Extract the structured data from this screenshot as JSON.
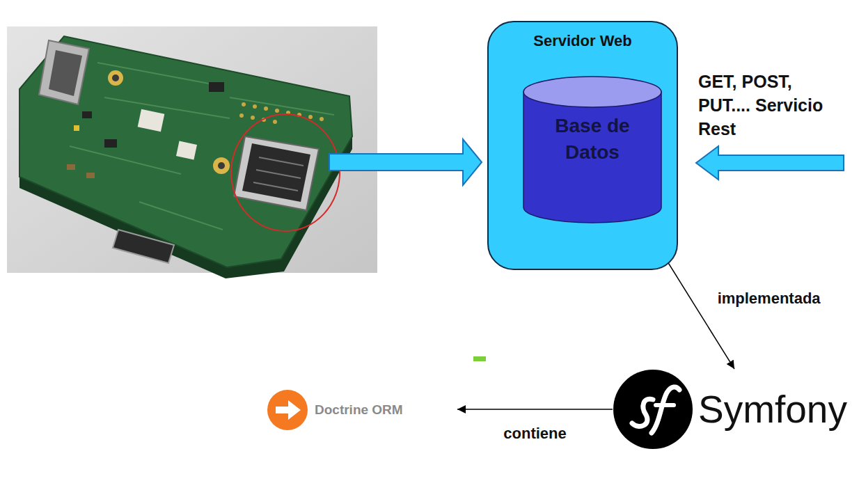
{
  "diagram": {
    "nodes": [
      {
        "text": [
          "Servidor Web"
        ]
      },
      {
        "text": [
          "Base de Datos"
        ],
        "in": 0
      },
      {
        "text": [
          "Symfony"
        ]
      },
      {
        "text": [
          "Doctrine ORM"
        ]
      }
    ],
    "edges": [
      {
        "from": 1,
        "to": 2,
        "arrow": "to",
        "label": "implementada"
      },
      {
        "from": 2,
        "to": 3,
        "arrow": "to",
        "label": "contiene"
      }
    ],
    "labels": [
      "GET, POST, PUT.... Servicio Rest"
    ]
  }
}
